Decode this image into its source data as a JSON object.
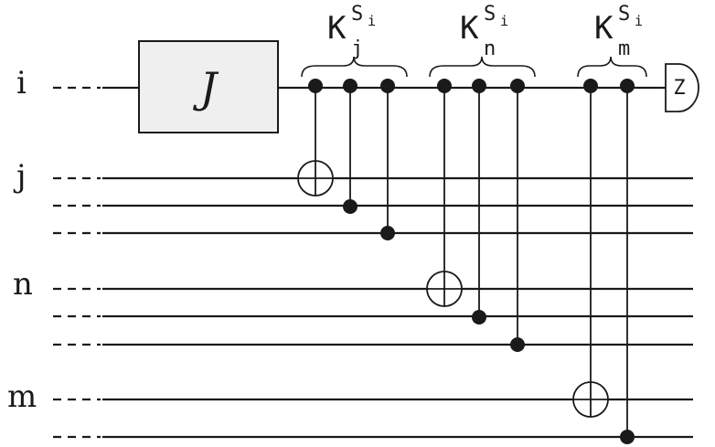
{
  "wire_labels": {
    "i": "i",
    "j": "j",
    "n": "n",
    "m": "m"
  },
  "gate_j": {
    "label": "J"
  },
  "groups": [
    {
      "main": "K",
      "sub": "j",
      "sup": "S",
      "supsub": "i"
    },
    {
      "main": "K",
      "sub": "n",
      "sup": "S",
      "supsub": "i"
    },
    {
      "main": "K",
      "sub": "m",
      "sup": "S",
      "supsub": "i"
    }
  ],
  "measurement": {
    "label": "Z"
  }
}
